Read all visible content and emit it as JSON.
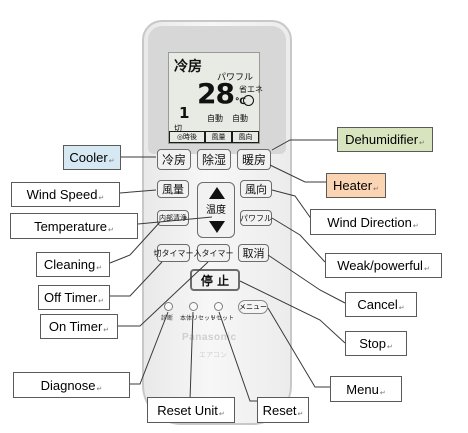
{
  "colors": {
    "cooler_fill": "#d6e9f3",
    "dehumidifier_fill": "#d7e4bd",
    "heater_fill": "#fbd4b4",
    "label_fill": "#ffffff",
    "line": "#3a3a3a"
  },
  "remote": {
    "display": {
      "mode": "冷房",
      "powerful": "パワフル",
      "temperature": "28",
      "unit": "℃",
      "eco": "省エネ",
      "digit": "1",
      "auto_left": "自動",
      "auto_right": "自動",
      "off": "切",
      "timer": "◎時後",
      "fan": "風量",
      "direction": "風向"
    },
    "buttons": {
      "cool": "冷房",
      "dry": "除湿",
      "heat": "暖房",
      "fan_speed": "風量",
      "temperature": "温度",
      "air_direction": "風向",
      "cleaning": "内部清浄",
      "powerful": "パワフル",
      "off_timer": "切タイマー",
      "on_timer": "入タイマー",
      "cancel": "取消",
      "stop": "停 止",
      "menu": "メニュー"
    },
    "small_labels": {
      "diagnose": "診断",
      "reset_unit": "本体リセット",
      "reset": "リセット"
    },
    "brand": "Panasonic",
    "subbrand": "エアコン"
  },
  "callouts": {
    "cooler": "Cooler",
    "dehumidifier": "Dehumidifier",
    "heater": "Heater",
    "wind_speed": "Wind Speed",
    "temperature": "Temperature",
    "cleaning": "Cleaning",
    "off_timer": "Off Timer",
    "on_timer": "On Timer",
    "wind_direction": "Wind Direction",
    "weak_powerful": "Weak/powerful",
    "cancel": "Cancel",
    "stop": "Stop",
    "diagnose": "Diagnose",
    "reset_unit": "Reset Unit",
    "reset": "Reset",
    "menu": "Menu",
    "return_mark": "↵"
  }
}
